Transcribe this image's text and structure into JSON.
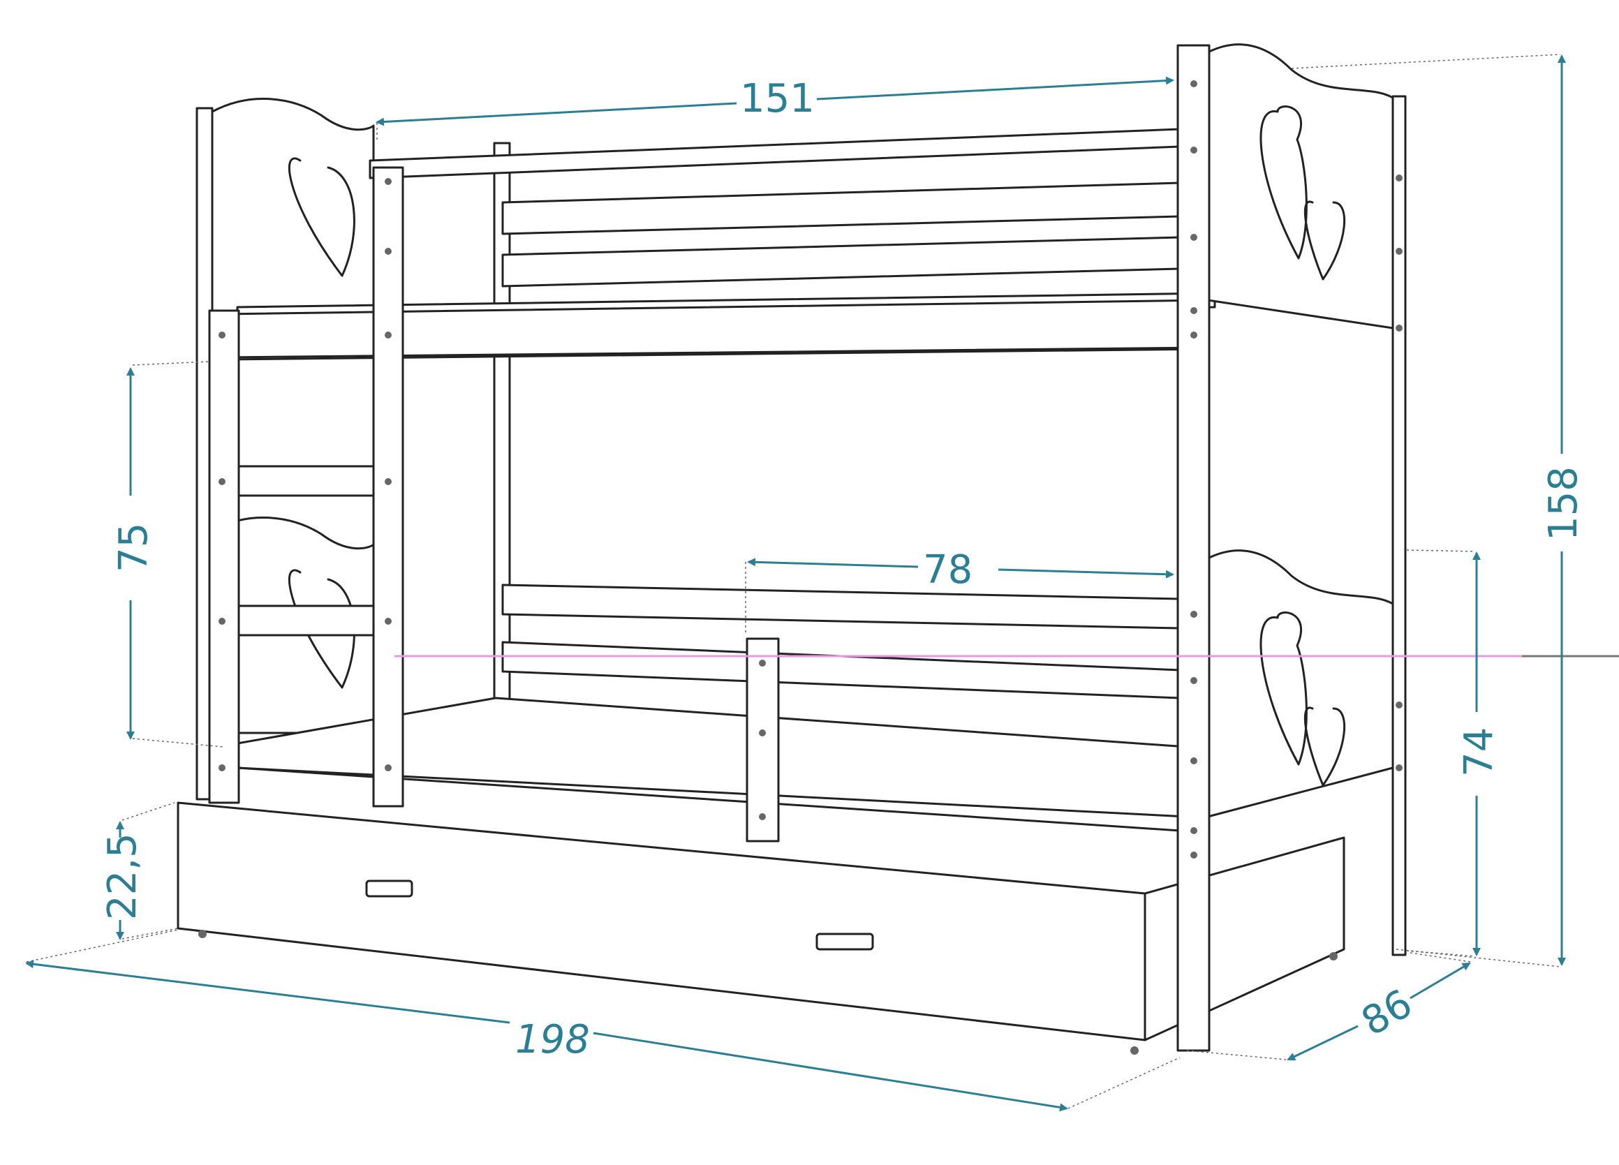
{
  "dimensions": {
    "top_width": "151",
    "height_lower_bunk_clearance": "75",
    "total_height": "158",
    "ladder_opening": "78",
    "footboard_height": "74",
    "drawer_height": "22,5",
    "total_length": "198",
    "depth": "86"
  },
  "colors": {
    "dimension": "#2a7f94",
    "outline": "#222222",
    "guide_line": "#e49be4"
  }
}
